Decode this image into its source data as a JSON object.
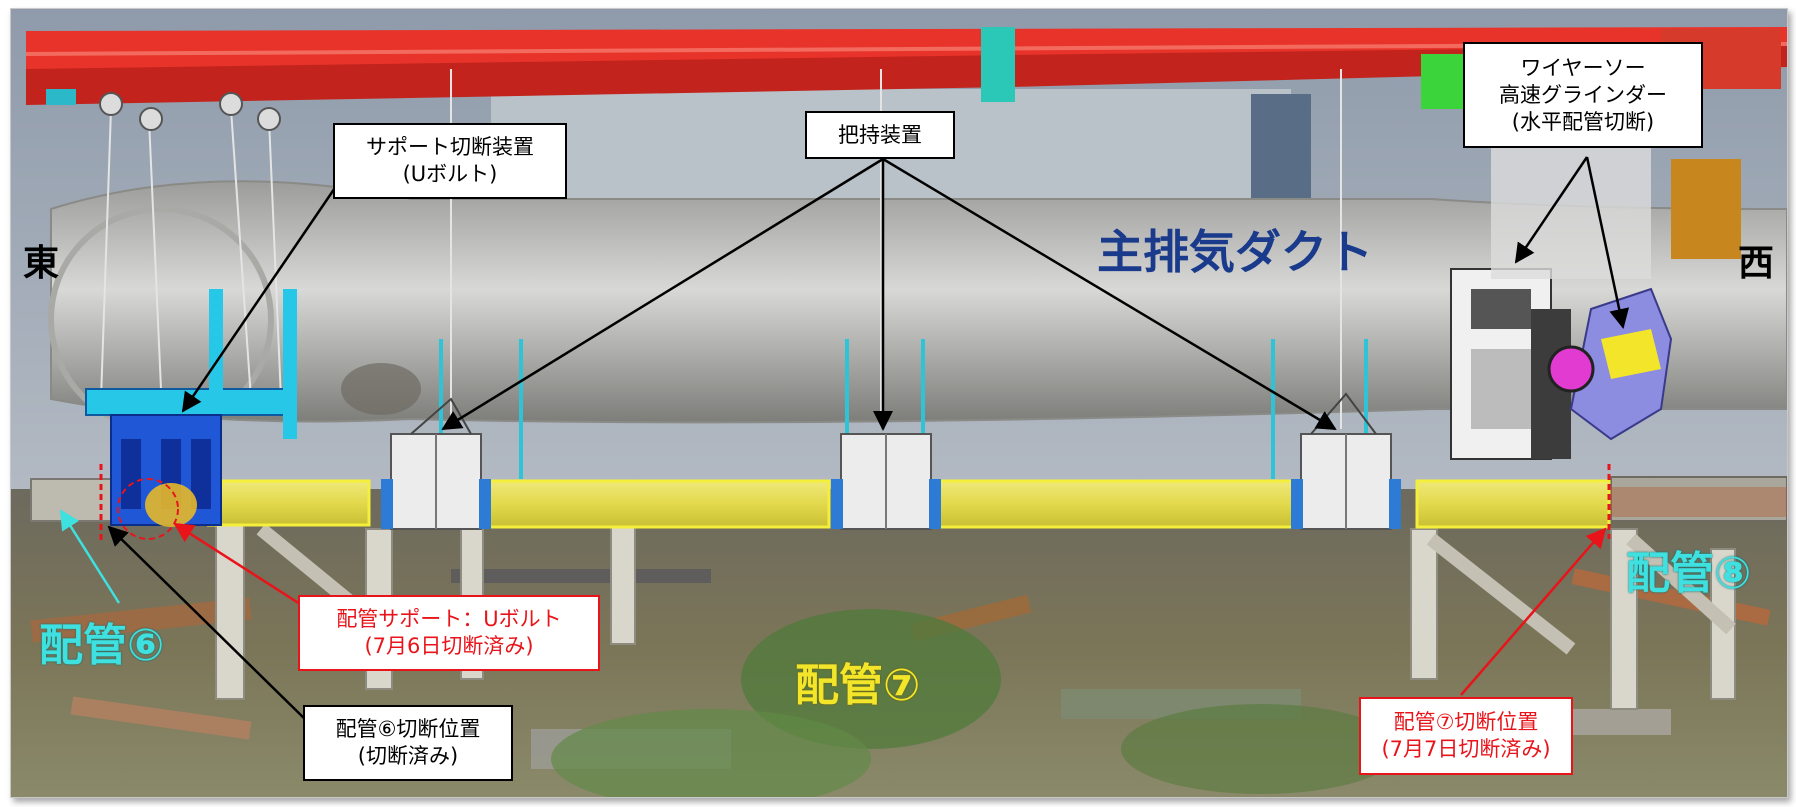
{
  "labels": {
    "east": "東",
    "west": "西",
    "duct": "主排気ダクト",
    "pipe6": "配管⑥",
    "pipe7": "配管⑦",
    "pipe8": "配管⑧"
  },
  "callouts": {
    "support_cutter": {
      "line1": "サポート切断装置",
      "line2": "(Uボルト)"
    },
    "gripper": {
      "line1": "把持装置"
    },
    "wire_saw": {
      "line1": "ワイヤーソー",
      "line2": "高速グラインダー",
      "line3": "(水平配管切断)"
    },
    "pipe_support": {
      "line1": "配管サポート：Uボルト",
      "line2": "(7月6日切断済み)"
    },
    "pipe6_cut": {
      "line1": "配管⑥切断位置",
      "line2": "(切断済み)"
    },
    "pipe7_cut": {
      "line1": "配管⑦切断位置",
      "line2": "(7月7日切断済み)"
    }
  },
  "colors": {
    "crane_red": "#e8332a",
    "pipe_yellow": "#e6e15a",
    "machine_blue": "#1f57d6",
    "duct_text": "#1a3b8c",
    "pipe6_cyan": "#3fe0e0",
    "pipe7_yellow": "#f2e52a",
    "callout_red": "#e8141a"
  }
}
